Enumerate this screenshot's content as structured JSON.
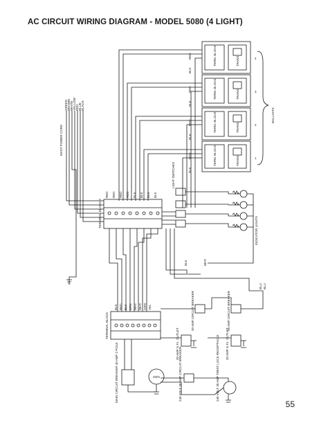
{
  "title": "AC CIRCUIT WIRING DIAGRAM - MODEL 5080 (4 LIGHT)",
  "page_number": "55",
  "labels": {
    "mast_power_cord": "MAST POWER CORD",
    "cord_colors": [
      "GREEN",
      "BROWN",
      "WHITE",
      "YELLOW",
      "RED",
      "BLUE",
      "BLACK"
    ],
    "terminal_block_2": "TERMINAL BLOCK 2",
    "terminal_block_1": "TERMINAL BLOCK",
    "ballasts": "BALLASTS",
    "term_block": "TERM. BLOCK",
    "trans": "TRANS.",
    "ballast_numbers": [
      "1",
      "2",
      "3",
      "4"
    ],
    "light_switches": "LIGHT SWITCHES",
    "indicator_lights": "INDICATOR LIGHTS",
    "breaker_left": "20 AMP CIRCUIT BREAKER",
    "breaker_right": "20 AMP CIRCUIT BREAKER",
    "outlet_left": "20 AMP G.F.I. OUTLET",
    "outlet_right": "20 AMP G.F.I. OUTLET",
    "main_breaker": "MAIN CIRCUIT BREAKER 40 AMP 2 POLE",
    "gen": "GEN",
    "twist_lock_breaker": "240 VOLT 30 AMP CIRCUIT BREAKER",
    "twist_lock_receptacle": "240 VOLT 30 AMP TWIST LOCK RECEPTACLE",
    "red": "RED",
    "blk": "BLK",
    "wht": "WHT",
    "grn": "GRN",
    "brn": "BRN",
    "yel": "YEL",
    "blu": "BLU"
  }
}
